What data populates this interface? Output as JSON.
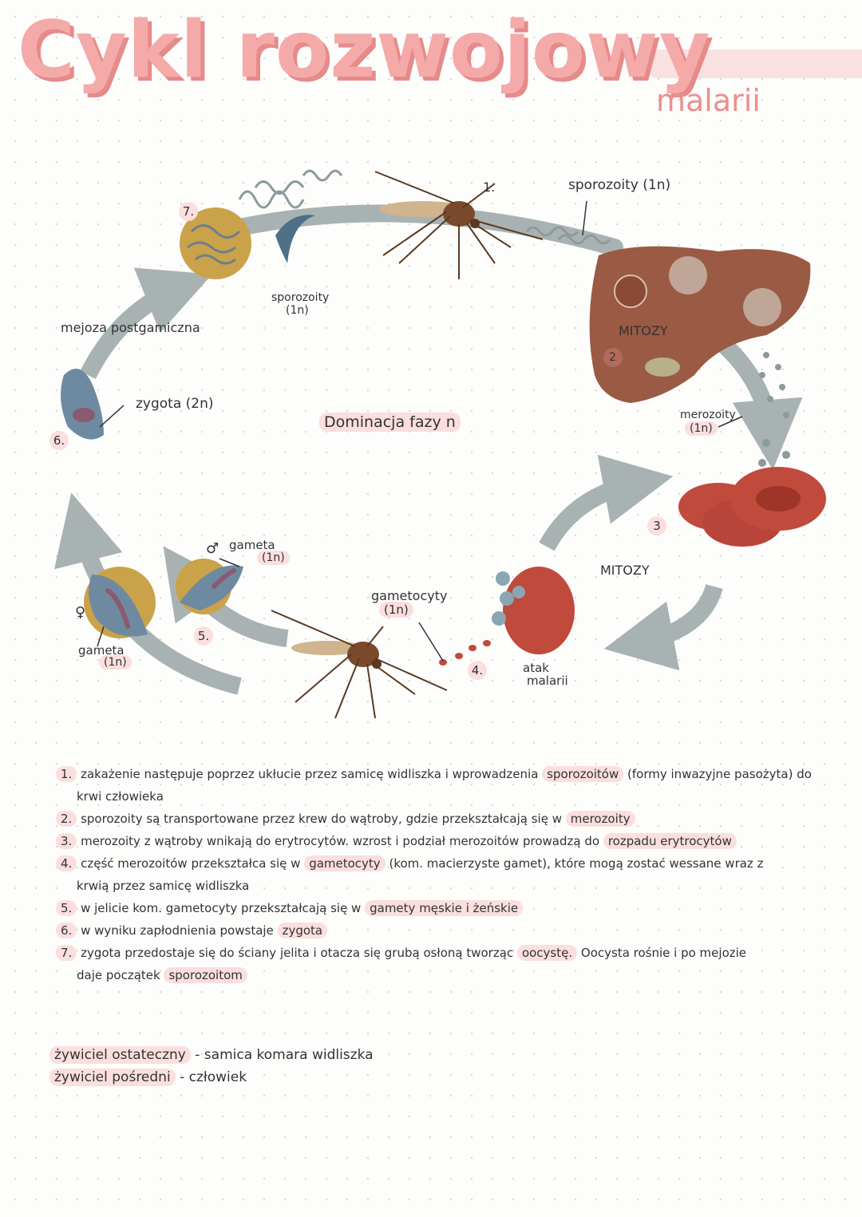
{
  "title": {
    "main": "Cykl rozwojowy",
    "sub": "malarii"
  },
  "diagram": {
    "center_label": "Dominacja fazy n",
    "labels": {
      "sporozoity_top": "sporozoity (1n)",
      "sporozoity_mid_1": "sporozoity",
      "sporozoity_mid_2": "(1n)",
      "mitozy_liver": "MITOZY",
      "merozoity_1": "merozoity",
      "merozoity_2": "(1n)",
      "mitozy_blood": "MITOZY",
      "atak_1": "atak",
      "atak_2": "malarii",
      "gametocyty_1": "gametocyty",
      "gametocyty_2": "(1n)",
      "gameta_male_1": "gameta",
      "gameta_male_2": "(1n)",
      "male_symbol": "♂",
      "female_symbol": "♀",
      "gameta_female_1": "gameta",
      "gameta_female_2": "(1n)",
      "zygota": "zygota (2n)",
      "mejoza": "mejoza postgamiczna"
    },
    "numbers": {
      "n1": "1.",
      "n2": "2",
      "n3": "3",
      "n4": "4.",
      "n5": "5.",
      "n6": "6.",
      "n7": "7."
    }
  },
  "notes": {
    "l1a": "1.",
    "l1b": "zakażenie następuje poprzez ukłucie przez samicę widliszka i wprowadzenia",
    "l1hl": "sporozoitów",
    "l1c": "(formy inwazyjne pasożyta) do",
    "l1d": "krwi człowieka",
    "l2a": "2.",
    "l2b": "sporozoity są transportowane przez krew do wątroby, gdzie przekształcają się w",
    "l2hl": "merozoity",
    "l3a": "3.",
    "l3b": "merozoity z wątroby wnikają do erytrocytów. wzrost i podział merozoitów prowadzą do",
    "l3hl": "rozpadu erytrocytów",
    "l4a": "4.",
    "l4b": "część merozoitów przekształca się w",
    "l4hl": "gametocyty",
    "l4c": "(kom. macierzyste gamet), które mogą zostać wessane wraz z",
    "l4d": "krwią przez samicę widliszka",
    "l5a": "5.",
    "l5b": "w jelicie kom. gametocyty przekształcają się w",
    "l5hl": "gamety męskie i żeńskie",
    "l6a": "6.",
    "l6b": "w wyniku zapłodnienia powstaje",
    "l6hl": "zygota",
    "l7a": "7.",
    "l7b": "zygota przedostaje się do ściany jelita i otacza się grubą osłoną tworząc",
    "l7hl": "oocystę.",
    "l7c": "Oocysta rośnie i po mejozie",
    "l7d": "daje początek",
    "l7hl2": "sporozoitom"
  },
  "hosts": {
    "final_label": "żywiciel ostateczny",
    "final_value": "- samica komara widliszka",
    "inter_label": "żywiciel pośredni",
    "inter_value": "- człowiek"
  },
  "colors": {
    "title": "#f4aaa9",
    "title_shadow": "#e68a8a",
    "highlight": "#fbdede",
    "arrow": "#a9b2b2",
    "liver": "#9a5a44",
    "blood": "#c04a3c",
    "oocyst": "#c9a24a",
    "zygote": "#6e8aa0",
    "mosquito": "#7b4a2c"
  }
}
